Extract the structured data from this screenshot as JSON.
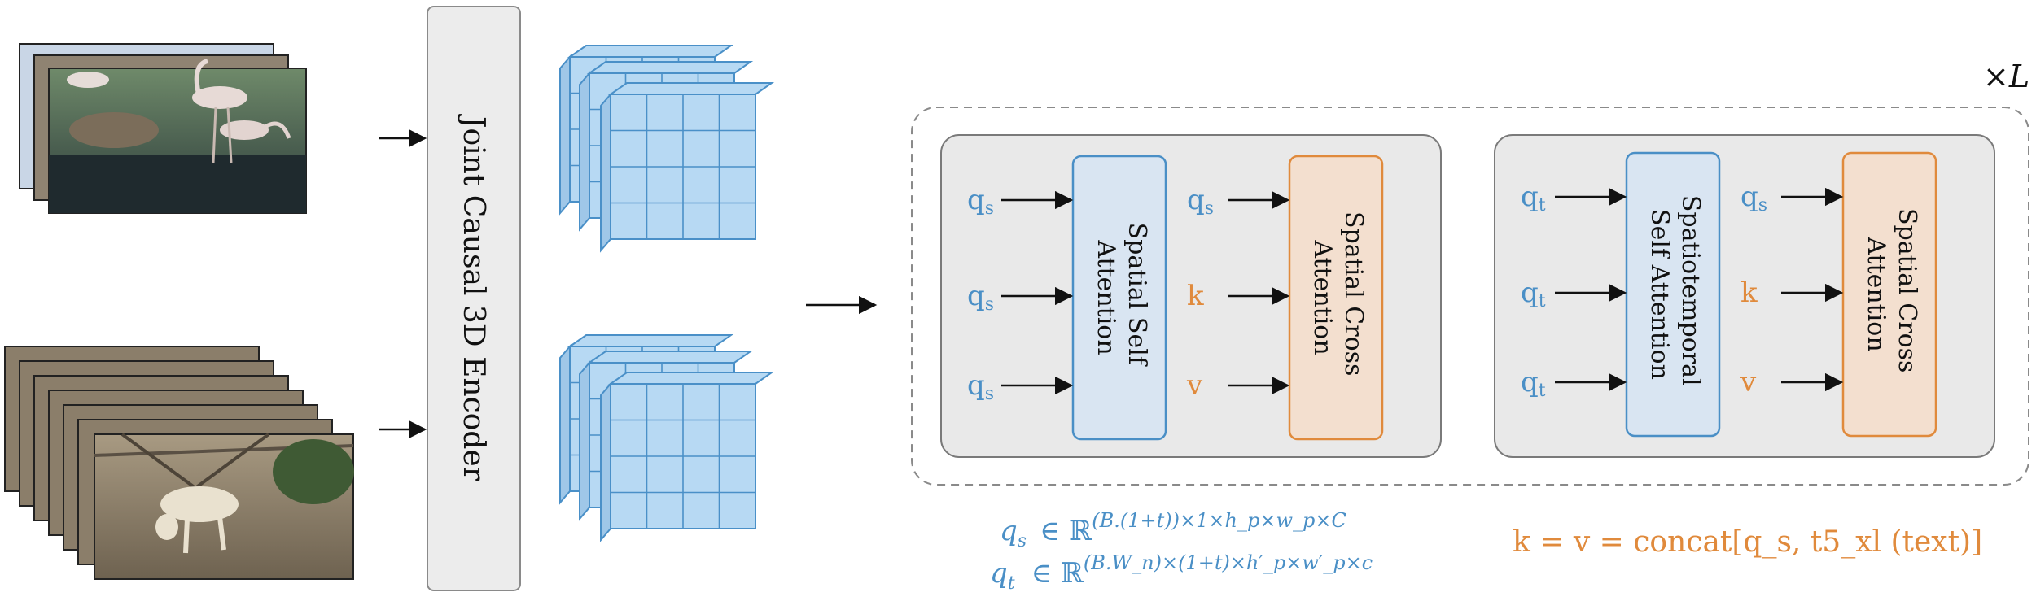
{
  "encoder": {
    "label": "Joint Causal 3D Encoder"
  },
  "repeat_label": "×L",
  "blocks": [
    {
      "inputs_left": [
        "q",
        "q",
        "q"
      ],
      "inputs_left_sub": [
        "s",
        "s",
        "s"
      ],
      "self_attention": {
        "line1": "Spatial Self",
        "line2": "Attention"
      },
      "inputs_right": [
        {
          "text": "q",
          "sub": "s",
          "color": "blue"
        },
        {
          "text": "k",
          "sub": "",
          "color": "orange"
        },
        {
          "text": "v",
          "sub": "",
          "color": "orange"
        }
      ],
      "cross_attention": {
        "line1": "Spatial Cross",
        "line2": "Attention"
      }
    },
    {
      "inputs_left": [
        "q",
        "q",
        "q"
      ],
      "inputs_left_sub": [
        "t",
        "t",
        "t"
      ],
      "self_attention": {
        "line1": "Spatiotemporal",
        "line2": "Self Attention"
      },
      "inputs_right": [
        {
          "text": "q",
          "sub": "s",
          "color": "blue"
        },
        {
          "text": "k",
          "sub": "",
          "color": "orange"
        },
        {
          "text": "v",
          "sub": "",
          "color": "orange"
        }
      ],
      "cross_attention": {
        "line1": "Spatial Cross",
        "line2": "Attention"
      }
    }
  ],
  "formulas": {
    "qs": {
      "lhs": "q",
      "lhs_sub": "s",
      "rel": "∈ ℝ",
      "exp": "(B.(1+t))×1×h_p×w_p×C"
    },
    "qt": {
      "lhs": "q",
      "lhs_sub": "t",
      "rel": "∈ ℝ",
      "exp": "(B.W_n)×(1+t)×h′_p×w′_p×c"
    },
    "kv": "k = v = concat[q_s, t5_xl (text)]"
  },
  "colors": {
    "blue": "#4a8fc6",
    "orange": "#e08a3c",
    "block_fill": "#e9e9e9",
    "self_attn_fill": "#d9e5f2",
    "cross_attn_fill": "#f3dfcf",
    "cube_fill": "#b7d9f3",
    "cube_stroke": "#4a90c8"
  }
}
